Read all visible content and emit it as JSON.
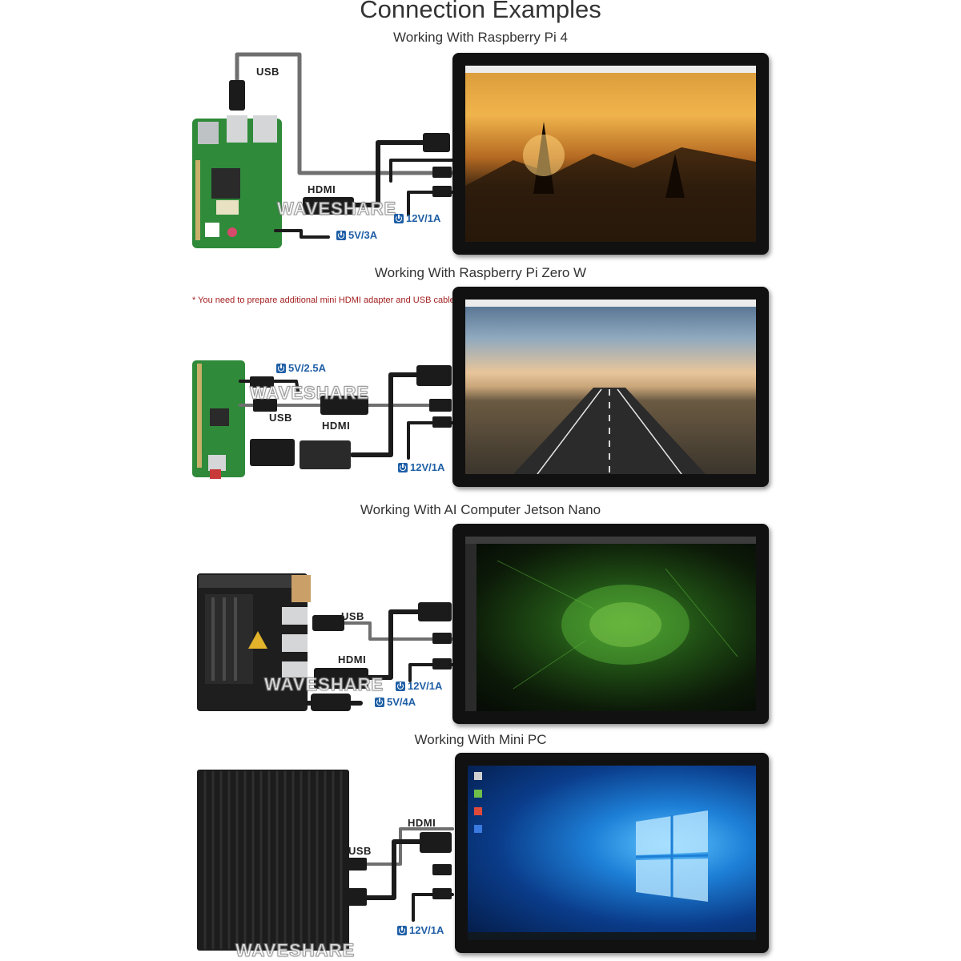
{
  "title": "Connection Examples",
  "sections": {
    "pi4": {
      "title": "Working With Raspberry Pi 4",
      "usb": "USB",
      "hdmi": "HDMI",
      "power_in": "5V/3A",
      "power_display": "12V/1A",
      "watermark": "WAVESHARE"
    },
    "pizero": {
      "title": "Working With Raspberry Pi Zero W",
      "note": "* You need to prepare additional mini HDMI adapter and USB cable",
      "power_in": "5V/2.5A",
      "usb": "USB",
      "hdmi": "HDMI",
      "power_display": "12V/1A",
      "watermark": "WAVESHARE"
    },
    "jetson": {
      "title": "Working With AI Computer Jetson Nano",
      "usb": "USB",
      "hdmi": "HDMI",
      "power_display": "12V/1A",
      "power_in": "5V/4A",
      "watermark": "WAVESHARE"
    },
    "minipc": {
      "title": "Working With Mini PC",
      "hdmi": "HDMI",
      "usb": "USB",
      "power_display": "12V/1A",
      "watermark": "WAVESHARE"
    }
  },
  "icons": {
    "power": "power-icon"
  },
  "colors": {
    "power_label": "#1f5fa6",
    "note": "#a32020",
    "board_green": "#2f8a3a",
    "monitor_bezel": "#111111"
  }
}
